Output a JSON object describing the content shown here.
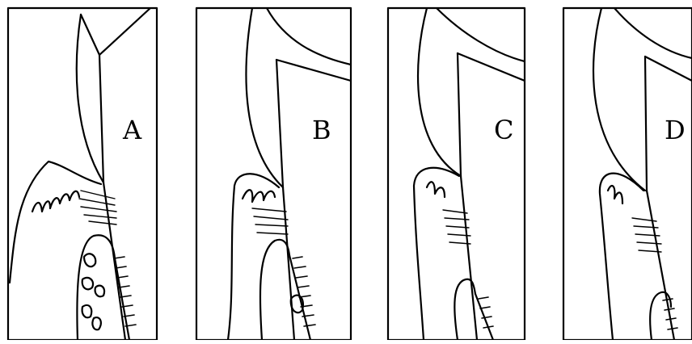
{
  "panels": [
    {
      "label": "A"
    },
    {
      "label": "B"
    },
    {
      "label": "C"
    },
    {
      "label": "D"
    }
  ],
  "colors": {
    "background": "#ffffff",
    "line": "#000000"
  }
}
